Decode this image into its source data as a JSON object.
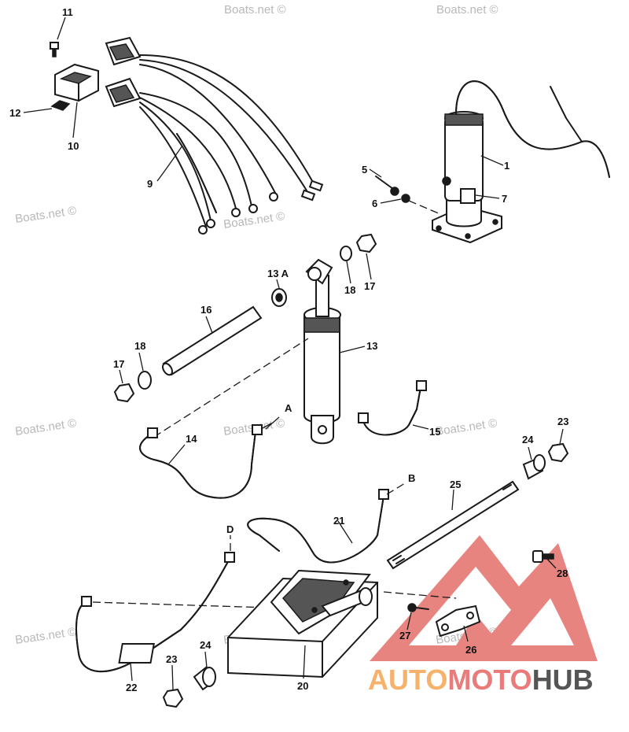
{
  "watermark_text": "Boats.net ©",
  "callouts": {
    "c1": "1",
    "c5": "5",
    "c6": "6",
    "c7": "7",
    "c9": "9",
    "c10": "10",
    "c11": "11",
    "c12": "12",
    "c13": "13",
    "c13a": "13 A",
    "c14": "14",
    "c15": "15",
    "c16": "16",
    "c17a": "17",
    "c17b": "17",
    "c18a": "18",
    "c18b": "18",
    "c20": "20",
    "c21": "21",
    "c22": "22",
    "c23a": "23",
    "c23b": "23",
    "c24a": "24",
    "c24b": "24",
    "c25": "25",
    "c26": "26",
    "c27": "27",
    "c28": "28"
  },
  "connection_labels": {
    "a": "A",
    "b": "B",
    "d": "D"
  },
  "brand": {
    "part1": "AUTO",
    "part2": "MOTO",
    "part3": "HUB",
    "colors": {
      "auto": "#f6b26b",
      "moto": "#ea7b7b",
      "hub": "#555555",
      "triangle": "#e8847f"
    }
  }
}
